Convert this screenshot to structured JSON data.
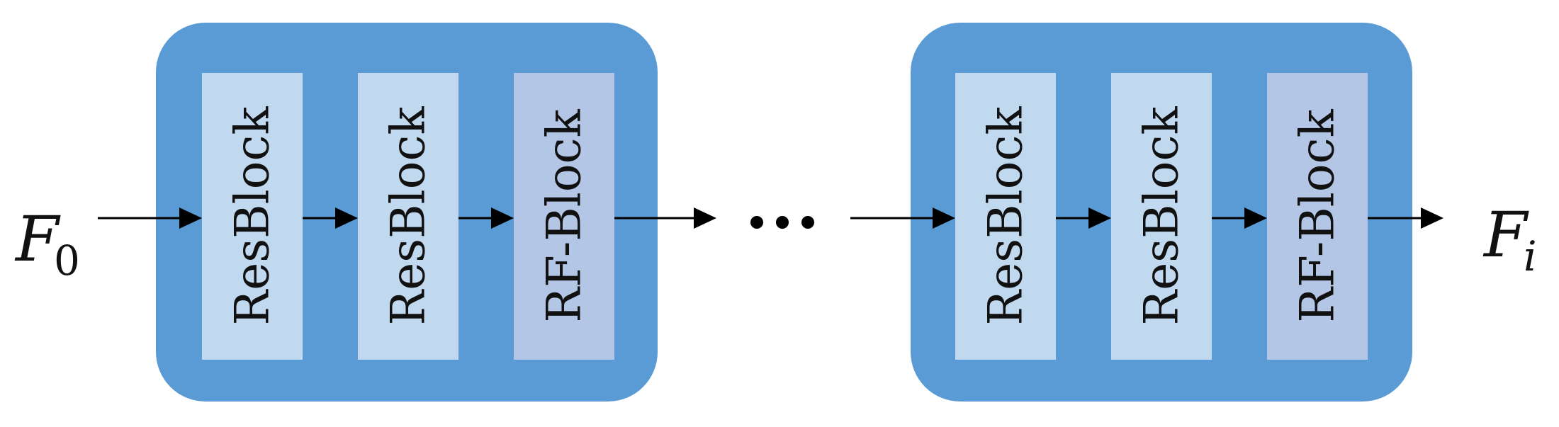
{
  "input": {
    "symbol": "F",
    "subscript": "0"
  },
  "output": {
    "symbol": "F",
    "subscript": "i"
  },
  "stages": [
    {
      "blocks": [
        {
          "label": "ResBlock",
          "kind": "res"
        },
        {
          "label": "ResBlock",
          "kind": "res"
        },
        {
          "label": "RF-Block",
          "kind": "rf"
        }
      ]
    },
    {
      "blocks": [
        {
          "label": "ResBlock",
          "kind": "res"
        },
        {
          "label": "ResBlock",
          "kind": "res"
        },
        {
          "label": "RF-Block",
          "kind": "rf"
        }
      ]
    }
  ],
  "colors": {
    "group_fill": "#5b9bd5",
    "resblock_fill": "#c1d9ef",
    "rfblock_fill": "#b3c6e6",
    "arrow": "#000000"
  }
}
